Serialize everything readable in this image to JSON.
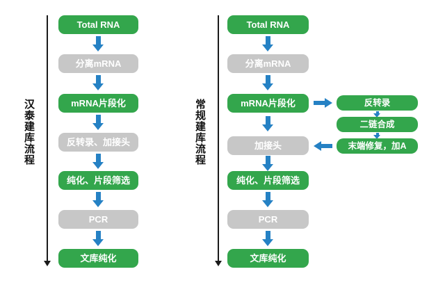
{
  "colors": {
    "green": "#33a64c",
    "gray": "#c7c7c7",
    "blue": "#2581c4",
    "line": "#1a1a1a"
  },
  "left_flow": {
    "title": "汉泰建库流程",
    "steps": [
      {
        "label": "Total RNA",
        "style": "green"
      },
      {
        "label": "分离mRNA",
        "style": "gray"
      },
      {
        "label": "mRNA片段化",
        "style": "green"
      },
      {
        "label": "反转录、加接头",
        "style": "gray"
      },
      {
        "label": "纯化、片段筛选",
        "style": "green"
      },
      {
        "label": "PCR",
        "style": "gray"
      },
      {
        "label": "文库纯化",
        "style": "green"
      }
    ]
  },
  "right_flow": {
    "title": "常规建库流程",
    "steps": [
      {
        "label": "Total RNA",
        "style": "green"
      },
      {
        "label": "分离mRNA",
        "style": "gray"
      },
      {
        "label": "mRNA片段化",
        "style": "green"
      },
      {
        "label": "加接头",
        "style": "gray"
      },
      {
        "label": "纯化、片段筛选",
        "style": "green"
      },
      {
        "label": "PCR",
        "style": "gray"
      },
      {
        "label": "文库纯化",
        "style": "green"
      }
    ],
    "branch_steps": [
      {
        "label": "反转录",
        "style": "green"
      },
      {
        "label": "二链合成",
        "style": "green"
      },
      {
        "label": "末端修复，加A",
        "style": "green"
      }
    ]
  }
}
